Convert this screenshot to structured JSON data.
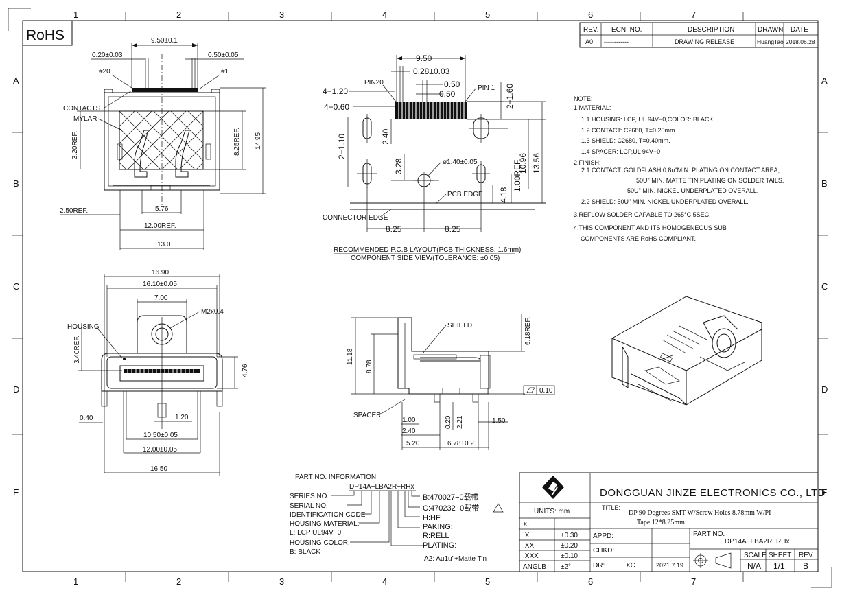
{
  "rohs": "RoHS",
  "zones_x": [
    "1",
    "2",
    "3",
    "4",
    "5",
    "6",
    "7"
  ],
  "zones_y": [
    "A",
    "B",
    "C",
    "D",
    "E"
  ],
  "revision": {
    "headers": [
      "REV.",
      "ECN. NO.",
      "DESCRIPTION",
      "DRAWN",
      "DATE"
    ],
    "row": [
      "A0",
      "------------",
      "DRAWING RELEASE",
      "HuangTao",
      "2018.06.28"
    ]
  },
  "top_view": {
    "d_950": "9.50±0.1",
    "d_020": "0.20±0.03",
    "d_050": "0.50±0.05",
    "pin20": "#20",
    "pin1": "#1",
    "contacts": "CONTACTS",
    "mylar": "MYLAR",
    "d_320": "3.20REF.",
    "d_825": "8.25REF.",
    "d_1495": "14.95",
    "d_250": "2.50REF.",
    "d_576": "5.76",
    "d_1200": "12.00REF.",
    "d_130": "13.0"
  },
  "pcb_layout": {
    "d_950": "9.50",
    "d_028": "0.28±0.03",
    "d_050a": "0.50",
    "d_050b": "0.50",
    "pin20": "PIN20",
    "pin1": "PIN 1",
    "d_4x120": "4−1.20",
    "d_4x060": "4−0.60",
    "d_2x160": "2−1.60",
    "d_2x110": "2−1.10",
    "d_240": "2.40",
    "d_328": "3.28",
    "d_hole": "ø1.40±0.05",
    "d_1096": "10.96",
    "d_1356": "13.56",
    "d_100": "1.00REF",
    "d_418": "4.18",
    "pcb_edge": "PCB EDGE",
    "connector_edge": "CONNECTOR EDGE",
    "d_825a": "8.25",
    "d_825b": "8.25",
    "caption1": "RECOMMENDED P.C.B LAYOUT(PCB THICKNESS: 1.6mm)",
    "caption2": "COMPONENT SIDE VIEW(TOLERANCE: ±0.05)"
  },
  "front_view": {
    "d_1690": "16.90",
    "d_1610": "16.10±0.05",
    "d_700": "7.00",
    "m2": "M2x0.4",
    "housing": "HOUSING",
    "d_340": "3.40REF.",
    "d_476": "4.76",
    "d_040": "0.40",
    "d_120": "1.20",
    "d_1050": "10.50±0.05",
    "d_1200": "12.00±0.05",
    "d_1650": "16.50"
  },
  "side_view": {
    "shield": "SHIELD",
    "d_618": "6.18REF.",
    "d_1118": "11.18",
    "d_878": "8.78",
    "flat": "0.10",
    "spacer": "SPACER",
    "d_100": "1.00",
    "d_240": "2.40",
    "d_020": "0.20",
    "d_221": "2.21",
    "d_150": "1.50",
    "d_520": "5.20",
    "d_678": "6.78±0.2"
  },
  "notes": [
    "NOTE:",
    "1.MATERIAL:",
    "1.1  HOUSING: LCP, UL 94V−0,COLOR: BLACK.",
    "1.2  CONTACT: C2680, T=0.20mm.",
    "1.3  SHIELD: C2680, T=0.40mm.",
    "1.4  SPACER: LCP,UL 94V−0",
    "2.FINISH:",
    "2.1  CONTACT: GOLDFLASH 0.8u\"MIN. PLATING ON CONTACT AREA,",
    "50U\" MIN. MATTE TIN PLATING ON SOLDER TAILS.",
    "50U\" MIN. NICKEL UNDERPLATED OVERALL.",
    "2.2  SHIELD: 50U\" MIN. NICKEL UNDERPLATED OVERALL.",
    "3.REFLOW SOLDER CAPABLE TO 265°C 5SEC.",
    "4.THIS COMPONENT AND ITS HOMOGENEOUS SUB",
    "COMPONENTS ARE RoHS COMPLIANT."
  ],
  "part_info": {
    "title": "PART NO. INFORMATION:",
    "code": "DP14A−LBA2R−RHx",
    "left": [
      "SERIES NO.",
      "SERIAL NO.",
      "IDENTIFICATION CODE",
      "HOUSING MATERIAL:",
      "L: LCP UL94V−0",
      "HOUSING COLOR:",
      "B: BLACK"
    ],
    "right": [
      "B:470027−0载带",
      "C:470232−0载带",
      "H:HF",
      "PAKING:",
      "R:RELL",
      "PLATING:",
      "A2: Au1u\"+Matte Tin"
    ]
  },
  "title_block": {
    "company": "DONGGUAN JINZE ELECTRONICS CO., LTD",
    "units": "UNITS:  mm",
    "tol_rows": [
      [
        "X.",
        ""
      ],
      [
        ".X",
        "±0.30"
      ],
      [
        ".XX",
        "±0.20"
      ],
      [
        ".XXX",
        "±0.10"
      ],
      [
        "ANGLB",
        "±2°"
      ]
    ],
    "title_label": "TITLE:",
    "title_line1": "DP 90 Degrees SMT W/Screw Holes 8.78mm W/PI",
    "title_line2": "Tape 12*8.25mm",
    "appd": "APPD:",
    "chkd": "CHKD:",
    "dr": "DR:",
    "dr_name": "XC",
    "dr_date": "2021.7.19",
    "part_no_label": "PART NO.",
    "part_no": "DP14A−LBA2R−RHx",
    "scale_label": "SCALE",
    "sheet_label": "SHEET",
    "rev_label": "REV.",
    "scale": "N/A",
    "sheet": "1/1",
    "rev": "B"
  }
}
